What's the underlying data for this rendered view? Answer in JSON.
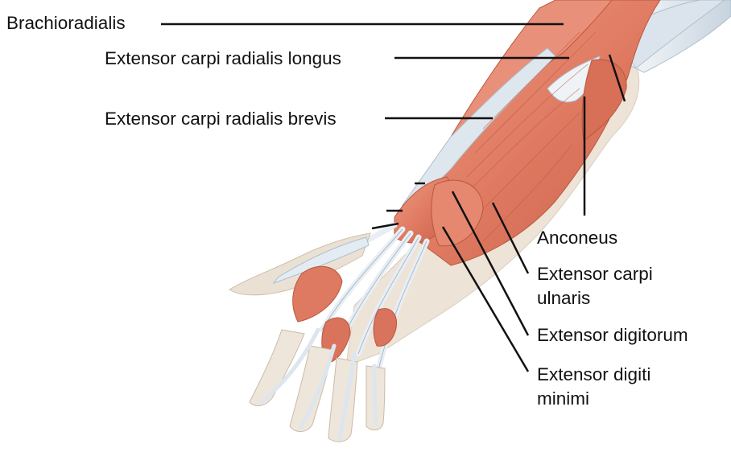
{
  "labels": {
    "brachioradialis": "Brachioradialis",
    "extensor_carpi_radialis_longus": "Extensor carpi radialis longus",
    "extensor_carpi_radialis_brevis": "Extensor carpi radialis brevis",
    "anconeus": "Anconeus",
    "extensor_carpi_ulnaris_line1": "Extensor carpi",
    "extensor_carpi_ulnaris_line2": "ulnaris",
    "extensor_digitorum": "Extensor digitorum",
    "extensor_digiti_minimi_line1": "Extensor digiti",
    "extensor_digiti_minimi_line2": "minimi"
  },
  "colors": {
    "muscle": "#e3826a",
    "muscle_dark": "#c9614c",
    "tendon": "#e4ecf3",
    "tendon_shadow": "#b9c8d6",
    "bone": "#ece4d8",
    "leader_line": "#111111"
  }
}
